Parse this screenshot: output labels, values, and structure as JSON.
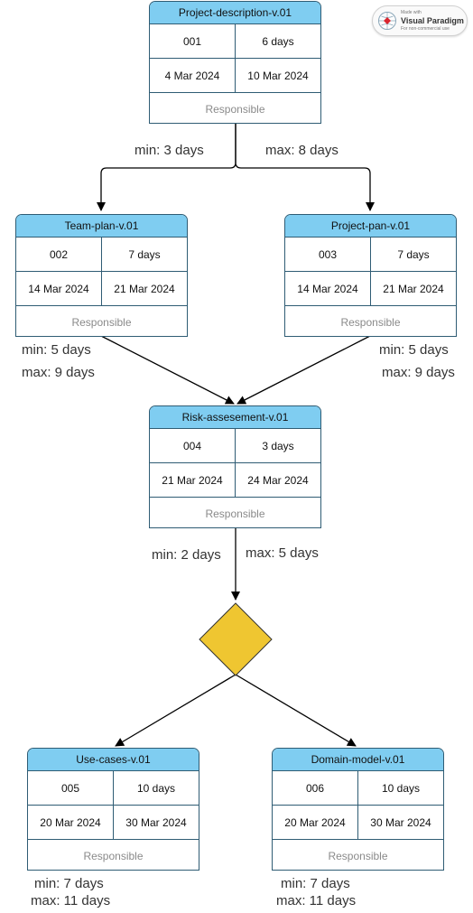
{
  "watermark": {
    "line1": "Made with",
    "brand": "Visual Paradigm",
    "line3": "For non-commercial use"
  },
  "nodes": [
    {
      "title": "Project-description-v.01",
      "id": "001",
      "duration": "6 days",
      "start": "4 Mar 2024",
      "end": "10 Mar 2024",
      "responsible": "Responsible"
    },
    {
      "title": "Team-plan-v.01",
      "id": "002",
      "duration": "7 days",
      "start": "14 Mar 2024",
      "end": "21 Mar 2024",
      "responsible": "Responsible"
    },
    {
      "title": "Project-pan-v.01",
      "id": "003",
      "duration": "7 days",
      "start": "14 Mar 2024",
      "end": "21 Mar 2024",
      "responsible": "Responsible"
    },
    {
      "title": "Risk-assesement-v.01",
      "id": "004",
      "duration": "3 days",
      "start": "21 Mar 2024",
      "end": "24 Mar 2024",
      "responsible": "Responsible"
    },
    {
      "title": "Use-cases-v.01",
      "id": "005",
      "duration": "10 days",
      "start": "20 Mar 2024",
      "end": "30 Mar 2024",
      "responsible": "Responsible"
    },
    {
      "title": "Domain-model-v.01",
      "id": "006",
      "duration": "10 days",
      "start": "20 Mar 2024",
      "end": "30 Mar 2024",
      "responsible": "Responsible"
    }
  ],
  "labels": {
    "n1_min": "min: 3 days",
    "n1_max": "max: 8 days",
    "n2_min": "min: 5 days",
    "n2_max": "max: 9 days",
    "n3_min": "min: 5 days",
    "n3_max": "max: 9 days",
    "n4_min": "min: 2 days",
    "n4_max": "max: 5 days",
    "n5_min": "min: 7 days",
    "n5_max": "max: 11 days",
    "n6_min": "min: 7 days",
    "n6_max": "max: 11 days"
  },
  "colors": {
    "header": "#7fcdf1",
    "border": "#2f5c74",
    "gateway": "#efc631",
    "edge": "#000000"
  }
}
